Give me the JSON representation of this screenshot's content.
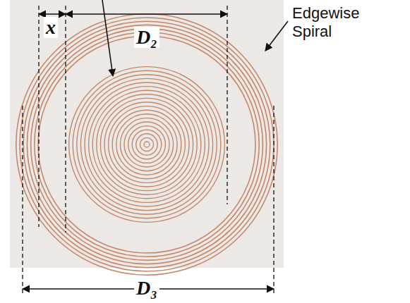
{
  "diagram": {
    "labels": [
      "x",
      "D₂",
      "Edgewise Spiral",
      "D₃"
    ]
  }
}
